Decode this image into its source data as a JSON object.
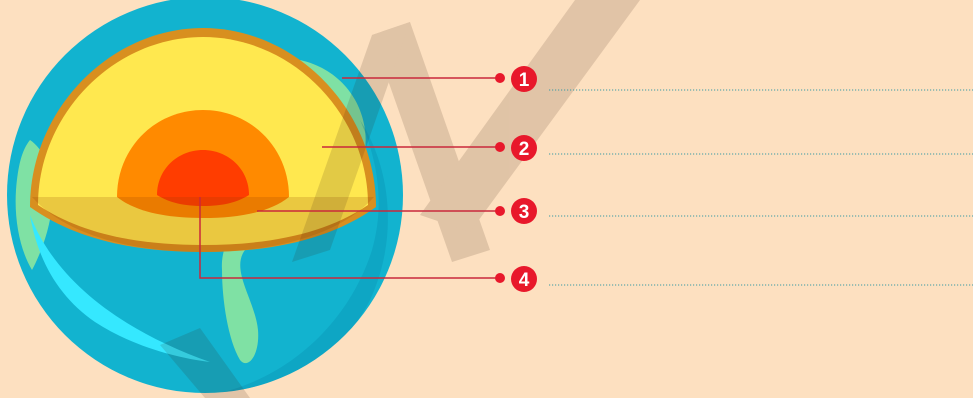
{
  "labels": [
    {
      "number": "1",
      "answer": ""
    },
    {
      "number": "2",
      "answer": ""
    },
    {
      "number": "3",
      "answer": ""
    },
    {
      "number": "4",
      "answer": ""
    }
  ],
  "colors": {
    "background": "#fde0c0",
    "ocean": "#12b3cf",
    "land": "#7fe1a4",
    "crust_outline": "#d88f1f",
    "mantle": "#ffe84f",
    "outer_core": "#ff8a00",
    "inner_core": "#ff3d00",
    "marker": "#e8182b",
    "leader_line": "#c9283b",
    "answer_line": "#3a9aa4"
  }
}
